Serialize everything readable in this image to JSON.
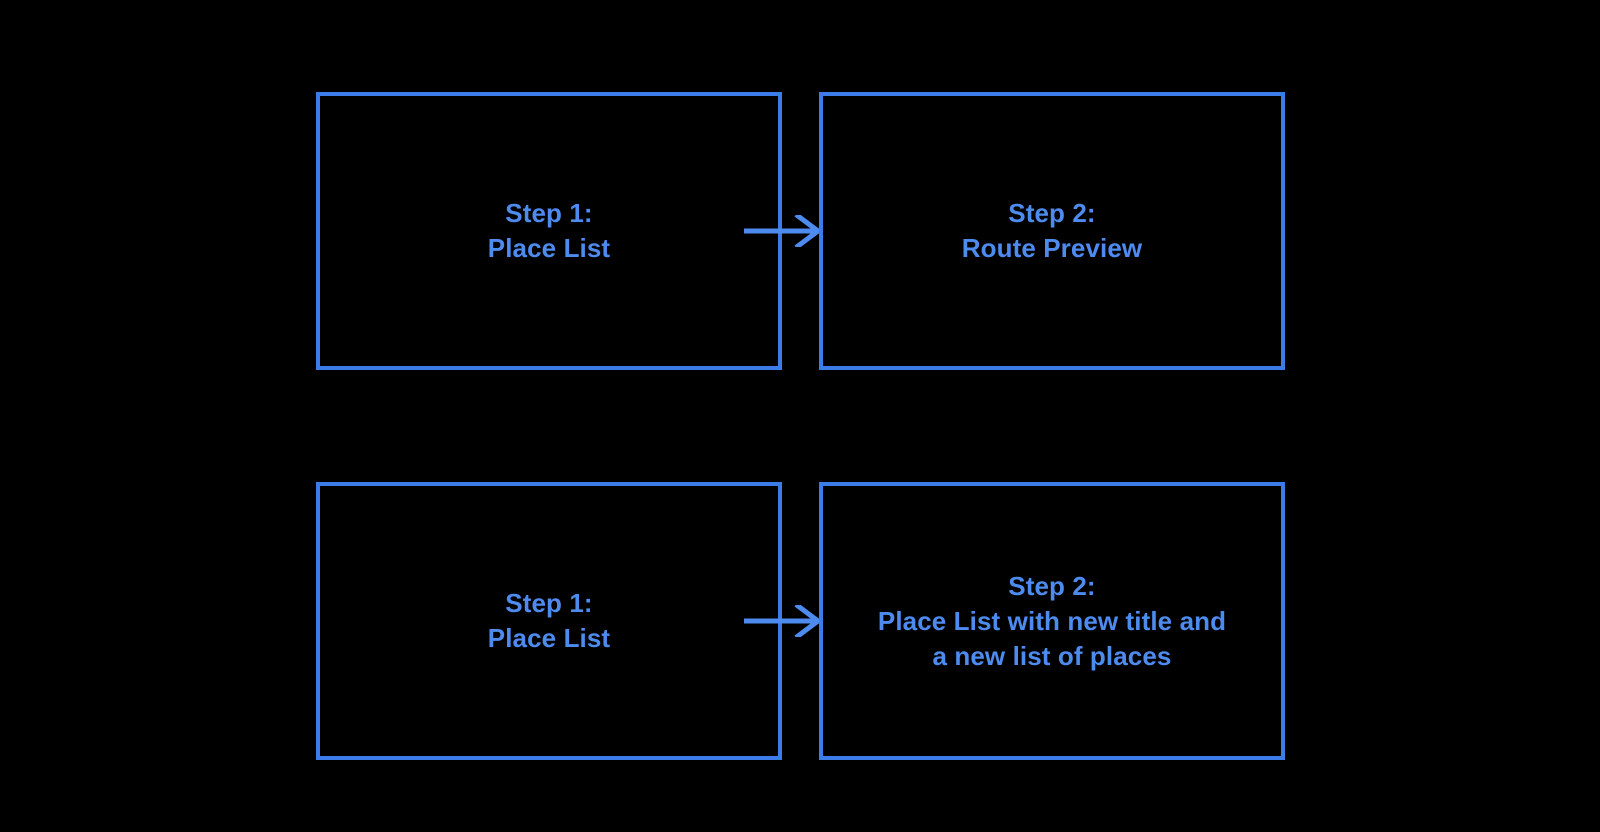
{
  "page": {
    "title": "Two-step flow diagram",
    "background_color": "#000000",
    "accent_color": "#3b7ce8",
    "text_color": "#4e8bef"
  },
  "flows": [
    {
      "name": "route-preview-flow",
      "steps": [
        {
          "label": "Step 1:\nPlace List"
        },
        {
          "label": "Step 2:\nRoute Preview"
        }
      ],
      "connector": {
        "icon": "arrow-right-icon"
      }
    },
    {
      "name": "new-place-list-flow",
      "steps": [
        {
          "label": "Step 1:\nPlace List"
        },
        {
          "label": "Step 2:\nPlace List with new title and\na new list of places"
        }
      ],
      "connector": {
        "icon": "arrow-right-icon"
      }
    }
  ]
}
